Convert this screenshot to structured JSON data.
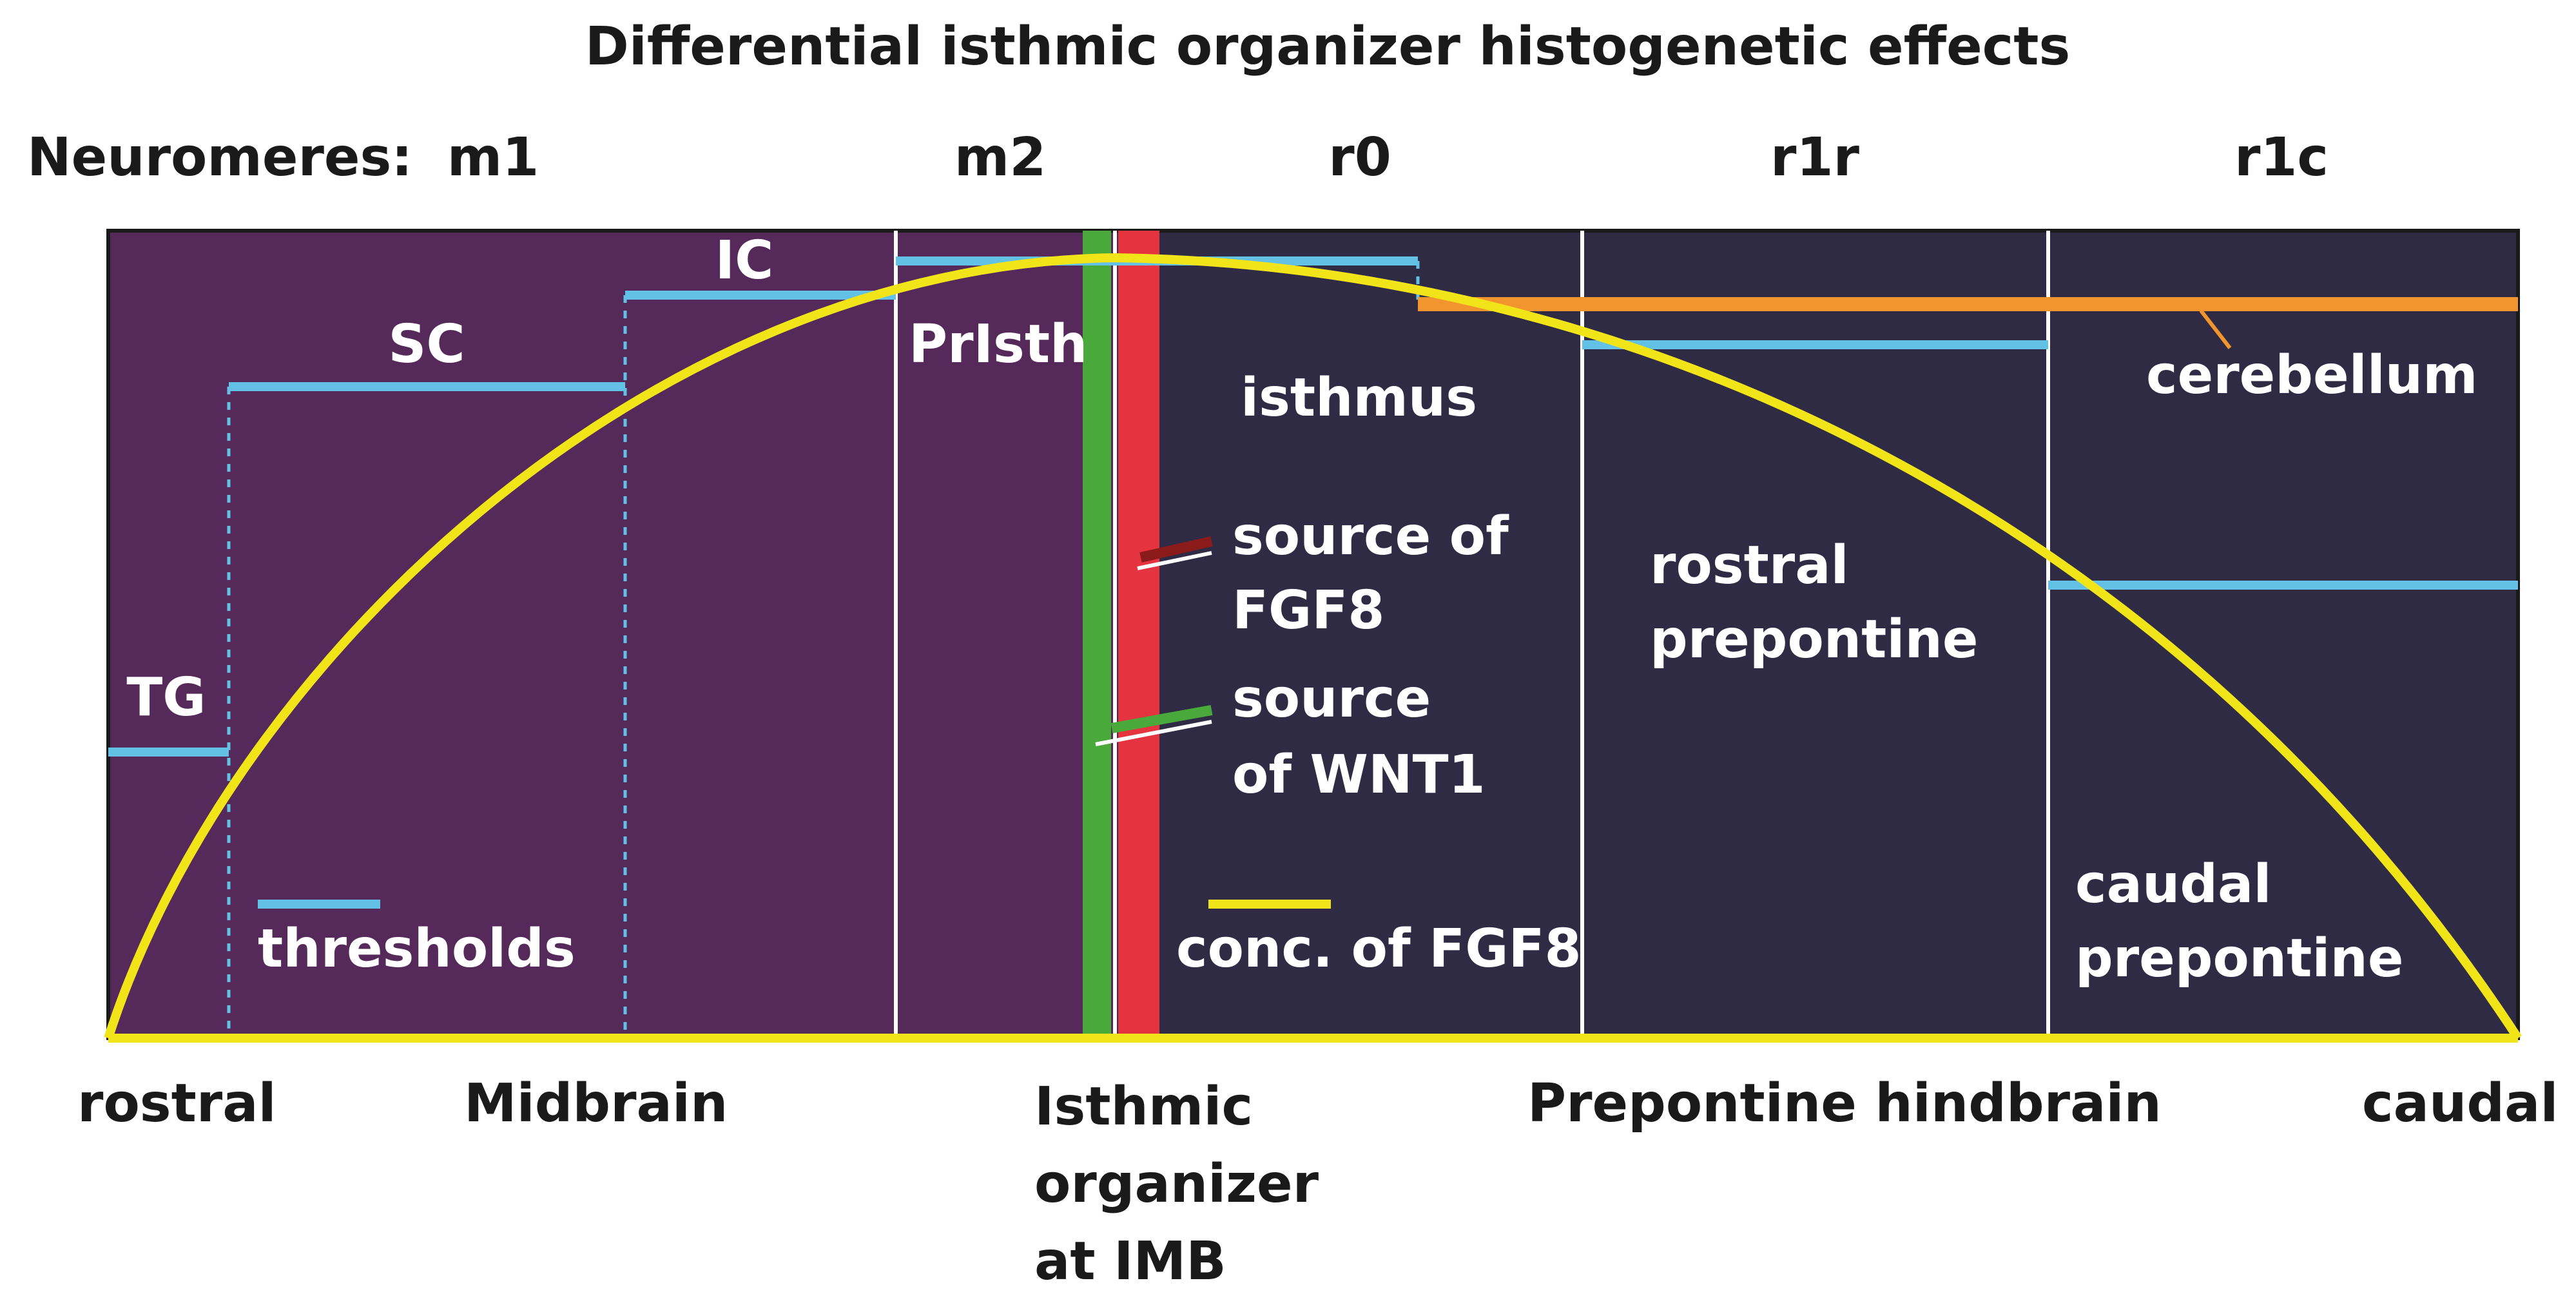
{
  "title": "Differential isthmic organizer histogenetic effects",
  "neuromeres": {
    "label": "Neuromeres:",
    "items": [
      "m1",
      "m2",
      "r0",
      "r1r",
      "r1c"
    ]
  },
  "regions": {
    "TG": "TG",
    "SC": "SC",
    "IC": "IC",
    "PrIsth": "PrIsth",
    "isthmus": "isthmus",
    "cerebellum": "cerebellum",
    "rostral_prepontine": [
      "rostral",
      "prepontine"
    ],
    "caudal_prepontine": [
      "caudal",
      "prepontine"
    ]
  },
  "legend": {
    "fgf8_source": [
      "source of",
      "FGF8"
    ],
    "wnt1_source": [
      "source",
      "of WNT1"
    ],
    "thresholds": "thresholds",
    "fgf8_conc": "conc. of FGF8"
  },
  "axis": {
    "rostral": "rostral",
    "midbrain": "Midbrain",
    "isthmic_organizer": [
      "Isthmic",
      "organizer",
      "at IMB"
    ],
    "prepontine_hindbrain": "Prepontine hindbrain",
    "caudal": "caudal"
  },
  "colors": {
    "midbrain_bg": "#552a5a",
    "hindbrain_bg": "#302b45",
    "threshold": "#63c1e5",
    "fgf8_curve": "#f1e51a",
    "fgf8_source": "#e5333f",
    "wnt1_source": "#4aa93b",
    "cerebellum_line": "#f2952e",
    "divider": "#ffffff",
    "text_light": "#ffffff",
    "text_dark": "#1a1a1a"
  }
}
